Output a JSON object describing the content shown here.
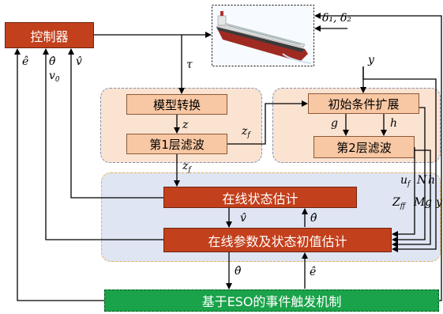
{
  "blocks": {
    "controller": "控制器",
    "model_transform": "模型转换",
    "layer1_filter": "第1层滤波",
    "initial_expand": "初始条件扩展",
    "layer2_filter": "第2层滤波",
    "online_state": "在线状态估计",
    "online_param": "在线参数及状态初值估计",
    "eso_trigger": "基于ESO的事件触发机制"
  },
  "labels": {
    "delta": "δ₁, δ₂",
    "y_out": "y",
    "tau": "τ",
    "z": "z",
    "zf_right": "z",
    "zf_right_sub": "f",
    "zf_down": "z",
    "zf_down_sub": "f",
    "g": "g",
    "h": "h",
    "uf": "u",
    "uf_sub": "f",
    "zff": "Z",
    "zff_sub": "ff",
    "N": "N",
    "h_right": "h",
    "M": "M",
    "g_right": "g",
    "y_right": "y",
    "vhat_mid": "v̂",
    "thetahat_mid": "θ̂",
    "thetahat_bottom": "θ̂",
    "ehat_bottom": "ê",
    "ehat_left": "ê",
    "thetahat_left": "θ̂",
    "v0": "v",
    "v0_sub": "0",
    "vhat_left": "v̂"
  }
}
